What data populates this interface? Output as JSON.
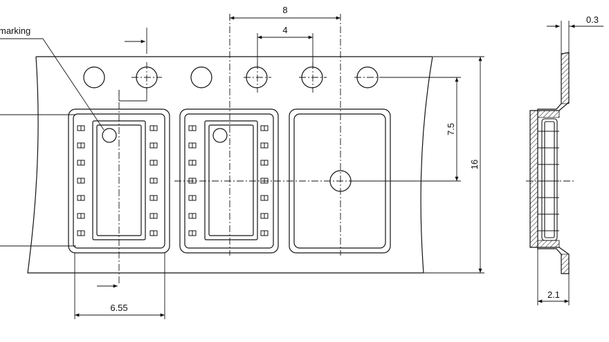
{
  "labels": {
    "marking": "marking",
    "pitch": "8",
    "hole_pitch": "4",
    "width": "16",
    "offset": "7.5",
    "thickness": "0.3",
    "depth": "2.1",
    "pocket_width": "6.55"
  },
  "colors": {
    "line": "#111111",
    "background": "#ffffff"
  }
}
